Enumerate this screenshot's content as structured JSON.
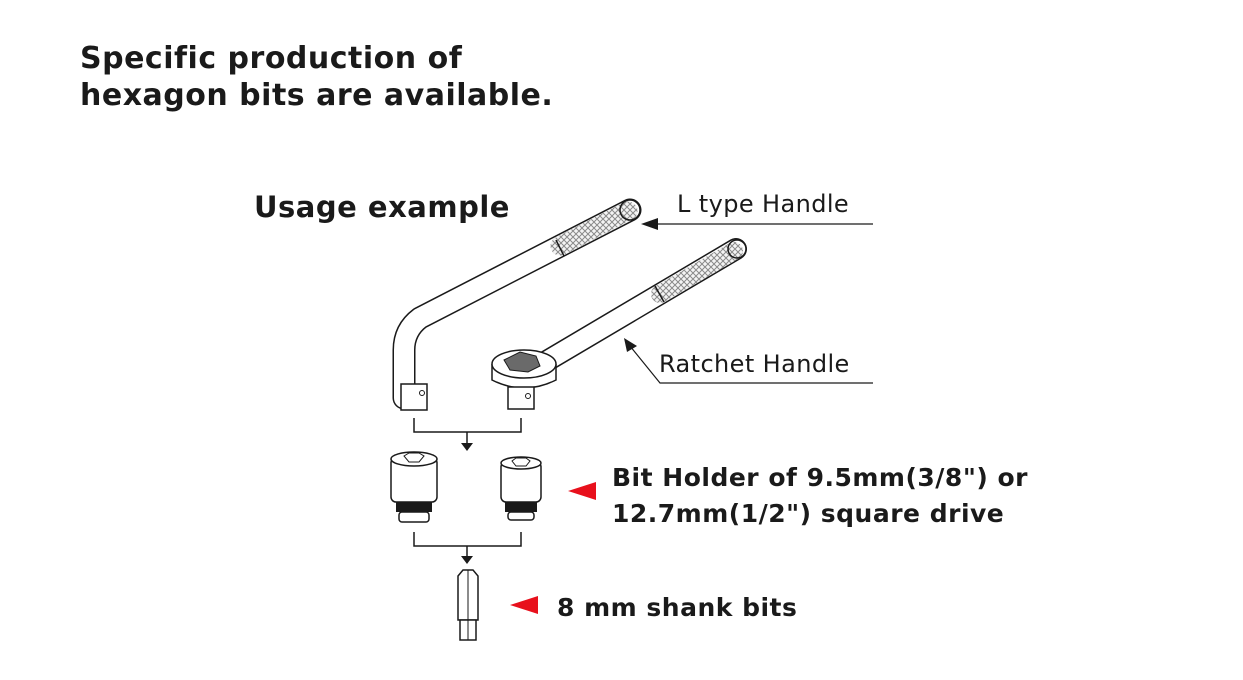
{
  "headline": {
    "line1": "Specific production of",
    "line2": "hexagon bits are available."
  },
  "subhead": "Usage example",
  "labels": {
    "l_handle": "L type Handle",
    "ratchet_handle": "Ratchet Handle"
  },
  "callouts": {
    "bit_holder_line1": "Bit Holder of 9.5mm(3/8\") or",
    "bit_holder_line2": "12.7mm(1/2\") square drive",
    "shank_bits": "8 mm shank bits"
  },
  "colors": {
    "pointer_red": "#e8101c",
    "line": "#1a1a1a",
    "knurl": "#9a9a9a"
  }
}
